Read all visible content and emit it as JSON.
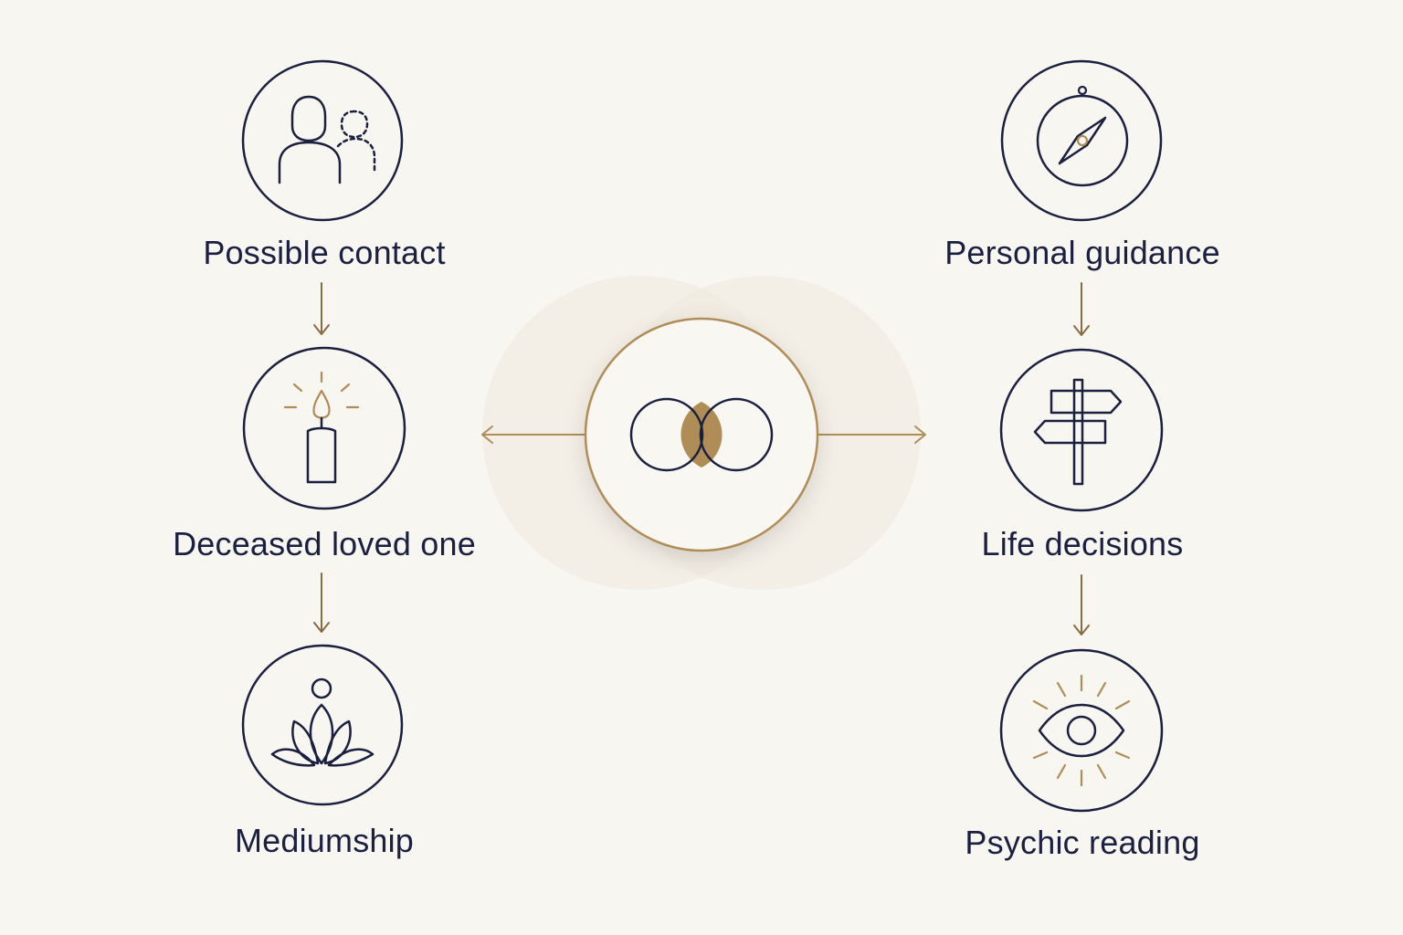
{
  "colors": {
    "background": "#f8f6f1",
    "ink": "#1b2040",
    "accent": "#b08d57",
    "halo": "#efe9df"
  },
  "center": {
    "icon": "venn-overlap-icon"
  },
  "left_branch": {
    "nodes": [
      {
        "label": "Possible contact",
        "icon": "person-and-spirit-icon"
      },
      {
        "label": "Deceased loved one",
        "icon": "candle-icon"
      },
      {
        "label": "Mediumship",
        "icon": "lotus-meditation-icon"
      }
    ]
  },
  "right_branch": {
    "nodes": [
      {
        "label": "Personal guidance",
        "icon": "compass-icon"
      },
      {
        "label": "Life decisions",
        "icon": "signpost-icon"
      },
      {
        "label": "Psychic reading",
        "icon": "eye-icon"
      }
    ]
  }
}
